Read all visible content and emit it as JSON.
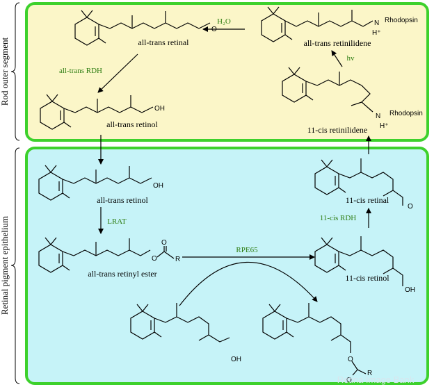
{
  "sections": {
    "rod": "Rod outer segment",
    "rpe": "Retinal pigment epithelium"
  },
  "molecules": {
    "all_trans_retinal": "all-trans retinal",
    "all_trans_retinol_top": "all-trans retinol",
    "all_trans_retinilidene": "all-trans retinilidene",
    "cis_retinilidene": "11-cis retinilidene",
    "all_trans_retinol_rpe": "all-trans retinol",
    "retinyl_ester": "all-trans retinyl ester",
    "cis_retinol": "11-cis retinol",
    "cis_retinal": "11-cis retinal"
  },
  "enzymes": {
    "h2o": "H₂O",
    "rdh_top": "all-trans RDH",
    "hv": "hv",
    "lrat": "LRAT",
    "rpe65": "RPE65",
    "cis_rdh": "11-cis RDH"
  },
  "atoms": {
    "O": "O",
    "OH": "OH",
    "N": "N",
    "H_plus": "H⁺",
    "R": "R",
    "rhodopsin": "Rhodopsin"
  },
  "watermark": "Retina Image Bank",
  "colors": {
    "rod_fill": "#fbf6c8",
    "rpe_fill": "#c6f3f8",
    "border": "#3dd12c",
    "enzyme_text": "#2e7d12"
  }
}
